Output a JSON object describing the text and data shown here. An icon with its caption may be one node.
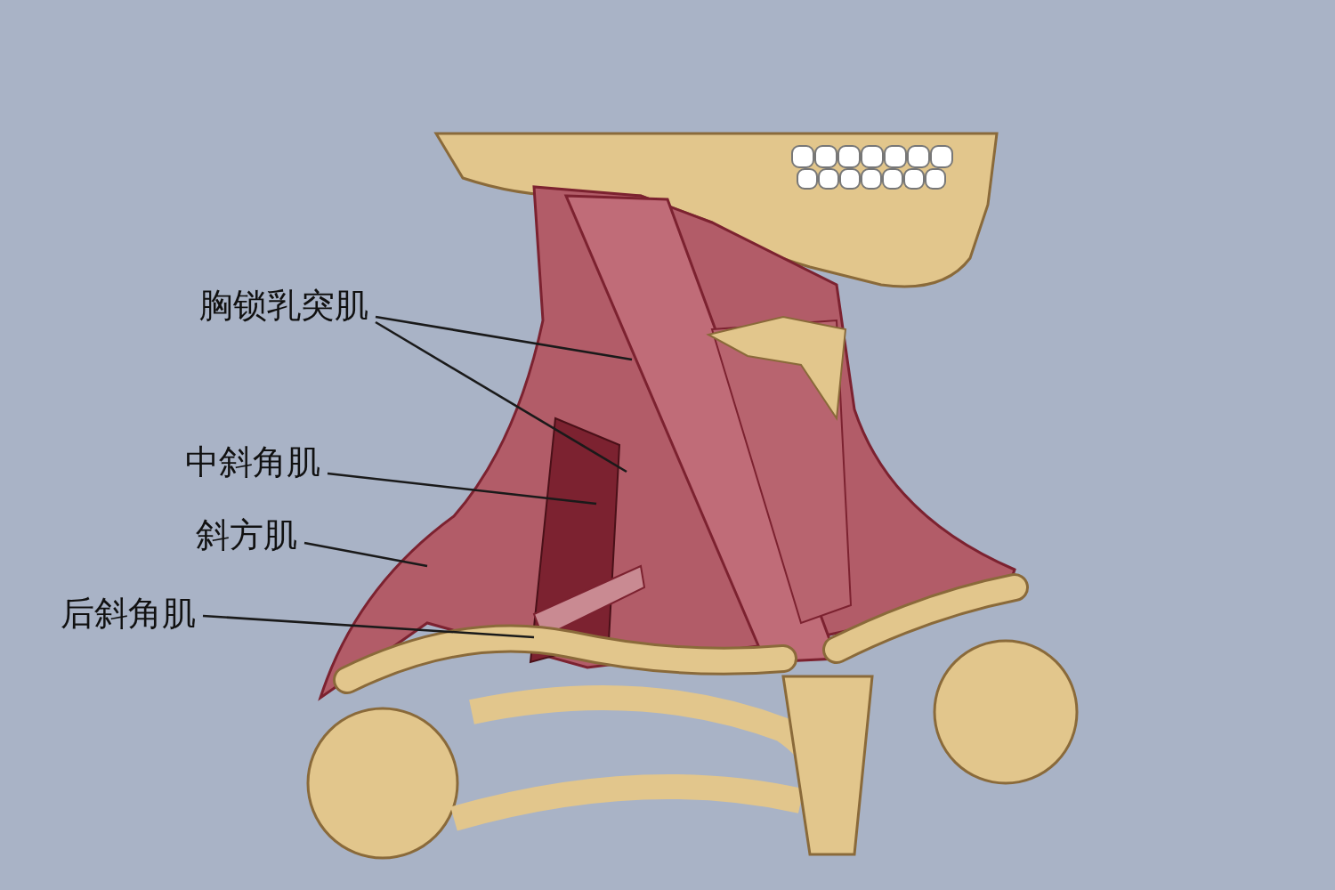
{
  "diagram": {
    "nodes": [
      {
        "text": [
          "胸锁乳突肌"
        ]
      },
      {
        "text": [
          "中斜角肌"
        ]
      },
      {
        "text": [
          "斜方肌"
        ]
      },
      {
        "text": [
          "后斜角肌"
        ]
      }
    ],
    "edges": [
      {
        "from": 0,
        "to": null,
        "arrow": "none"
      },
      {
        "from": 0,
        "to": null,
        "arrow": "none"
      },
      {
        "from": 1,
        "to": null,
        "arrow": "none"
      },
      {
        "from": 2,
        "to": null,
        "arrow": "none"
      },
      {
        "from": 3,
        "to": null,
        "arrow": "none"
      }
    ]
  }
}
